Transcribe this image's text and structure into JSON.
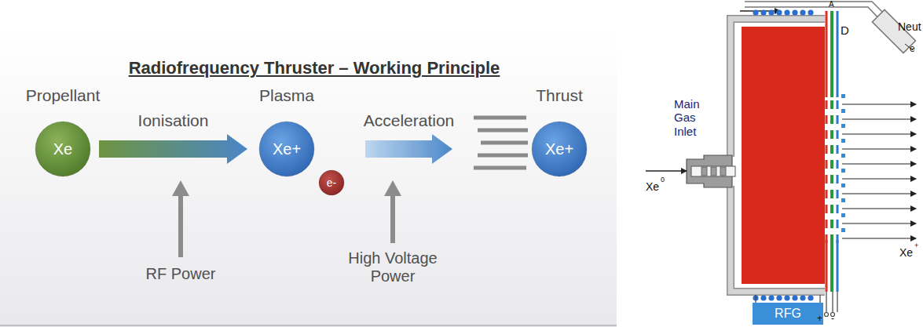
{
  "diagram": {
    "title": "Radiofrequency Thruster – Working Principle",
    "nodes": [
      {
        "text": [
          "Propellant",
          "Xe"
        ]
      },
      {
        "text": [
          "Plasma",
          "Xe+"
        ]
      },
      {
        "text": [
          "e-"
        ]
      },
      {
        "text": [
          "Thrust",
          "Xe+"
        ]
      },
      {
        "text": [
          "RFG"
        ]
      }
    ],
    "edges": [
      {
        "from": 0,
        "to": 1,
        "label": "Ionisation",
        "arrow": "to"
      },
      {
        "from": 1,
        "to": 3,
        "label": "Acceleration",
        "arrow": "to"
      }
    ],
    "labels": [
      "RF Power",
      "High Voltage Power",
      "Neut",
      "e",
      "A",
      "D",
      "Main Gas Inlet",
      "Xe",
      "0",
      "Xe",
      "+",
      "+",
      "-"
    ]
  }
}
